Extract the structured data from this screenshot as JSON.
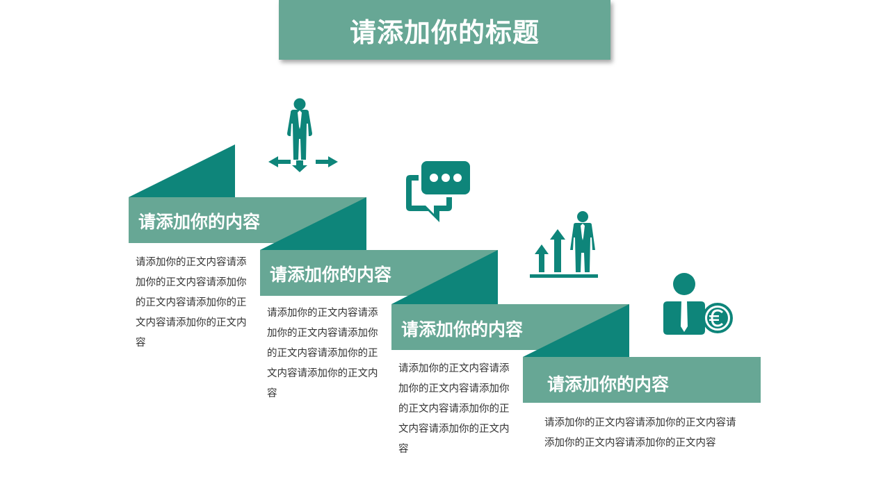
{
  "title": "请添加你的标题",
  "colors": {
    "accent_light": "#67a795",
    "accent_dark": "#0e857a",
    "text": "#333333"
  },
  "steps": [
    {
      "label": "请添加你的内容",
      "body": "请添加你的正文内容请添加你的正文内容请添加你的正文内容请添加你的正文内容请添加你的正文内容",
      "icon": "person-directions-icon"
    },
    {
      "label": "请添加你的内容",
      "body": "请添加你的正文内容请添加你的正文内容请添加你的正文内容请添加你的正文内容请添加你的正文内容",
      "icon": "speech-bubble-icon"
    },
    {
      "label": "请添加你的内容",
      "body": "请添加你的正文内容请添加你的正文内容请添加你的正文内容请添加你的正文内容请添加你的正文内容",
      "icon": "growth-chart-person-icon"
    },
    {
      "label": "请添加你的内容",
      "body": "请添加你的正文内容请添加你的正文内容请添加你的正文内容请添加你的正文内容",
      "icon": "businessman-euro-icon"
    }
  ]
}
